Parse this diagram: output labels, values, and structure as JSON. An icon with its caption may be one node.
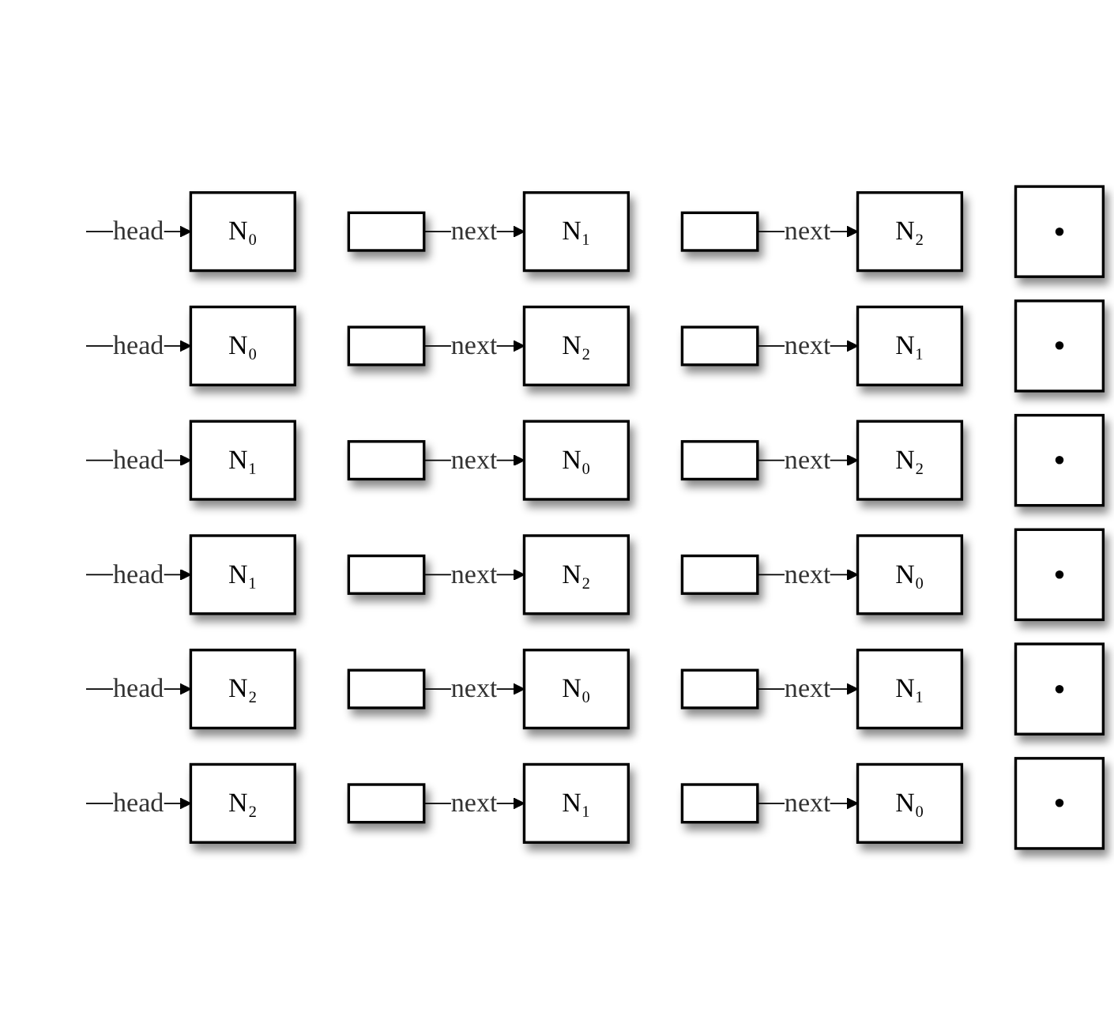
{
  "diagram": {
    "nodes": [
      {
        "text": [
          "N₀"
        ]
      },
      {
        "text": [],
        "shape": "box"
      },
      {
        "text": [
          "N₁"
        ]
      },
      {
        "text": [],
        "shape": "box"
      },
      {
        "text": [
          "N₂"
        ]
      },
      {
        "text": [
          "•"
        ]
      },
      {
        "text": [
          "N₀"
        ]
      },
      {
        "text": [],
        "shape": "box"
      },
      {
        "text": [
          "N₂"
        ]
      },
      {
        "text": [],
        "shape": "box"
      },
      {
        "text": [
          "N₁"
        ]
      },
      {
        "text": [
          "•"
        ]
      },
      {
        "text": [
          "N₁"
        ]
      },
      {
        "text": [],
        "shape": "box"
      },
      {
        "text": [
          "N₀"
        ]
      },
      {
        "text": [],
        "shape": "box"
      },
      {
        "text": [
          "N₂"
        ]
      },
      {
        "text": [
          "•"
        ]
      },
      {
        "text": [
          "N₁"
        ]
      },
      {
        "text": [],
        "shape": "box"
      },
      {
        "text": [
          "N₂"
        ]
      },
      {
        "text": [],
        "shape": "box"
      },
      {
        "text": [
          "N₀"
        ]
      },
      {
        "text": [
          "•"
        ]
      },
      {
        "text": [
          "N₂"
        ]
      },
      {
        "text": [],
        "shape": "box"
      },
      {
        "text": [
          "N₀"
        ]
      },
      {
        "text": [],
        "shape": "box"
      },
      {
        "text": [
          "N₁"
        ]
      },
      {
        "text": [
          "•"
        ]
      },
      {
        "text": [
          "N₂"
        ]
      },
      {
        "text": [],
        "shape": "box"
      },
      {
        "text": [
          "N₁"
        ]
      },
      {
        "text": [],
        "shape": "box"
      },
      {
        "text": [
          "N₀"
        ]
      },
      {
        "text": [
          "•"
        ]
      }
    ],
    "edges": [
      {
        "from": null,
        "to": 0,
        "arrow": "to",
        "label": "head"
      },
      {
        "from": 1,
        "to": 2,
        "arrow": "to",
        "label": "next"
      },
      {
        "from": 3,
        "to": 4,
        "arrow": "to",
        "label": "next"
      },
      {
        "from": null,
        "to": 6,
        "arrow": "to",
        "label": "head"
      },
      {
        "from": 7,
        "to": 8,
        "arrow": "to",
        "label": "next"
      },
      {
        "from": 9,
        "to": 10,
        "arrow": "to",
        "label": "next"
      },
      {
        "from": null,
        "to": 12,
        "arrow": "to",
        "label": "head"
      },
      {
        "from": 13,
        "to": 14,
        "arrow": "to",
        "label": "next"
      },
      {
        "from": 15,
        "to": 16,
        "arrow": "to",
        "label": "next"
      },
      {
        "from": null,
        "to": 18,
        "arrow": "to",
        "label": "head"
      },
      {
        "from": 19,
        "to": 20,
        "arrow": "to",
        "label": "next"
      },
      {
        "from": 21,
        "to": 22,
        "arrow": "to",
        "label": "next"
      },
      {
        "from": null,
        "to": 24,
        "arrow": "to",
        "label": "head"
      },
      {
        "from": 25,
        "to": 26,
        "arrow": "to",
        "label": "next"
      },
      {
        "from": 27,
        "to": 28,
        "arrow": "to",
        "label": "next"
      },
      {
        "from": null,
        "to": 30,
        "arrow": "to",
        "label": "head"
      },
      {
        "from": 31,
        "to": 32,
        "arrow": "to",
        "label": "next"
      },
      {
        "from": 33,
        "to": 34,
        "arrow": "to",
        "label": "next"
      }
    ]
  }
}
